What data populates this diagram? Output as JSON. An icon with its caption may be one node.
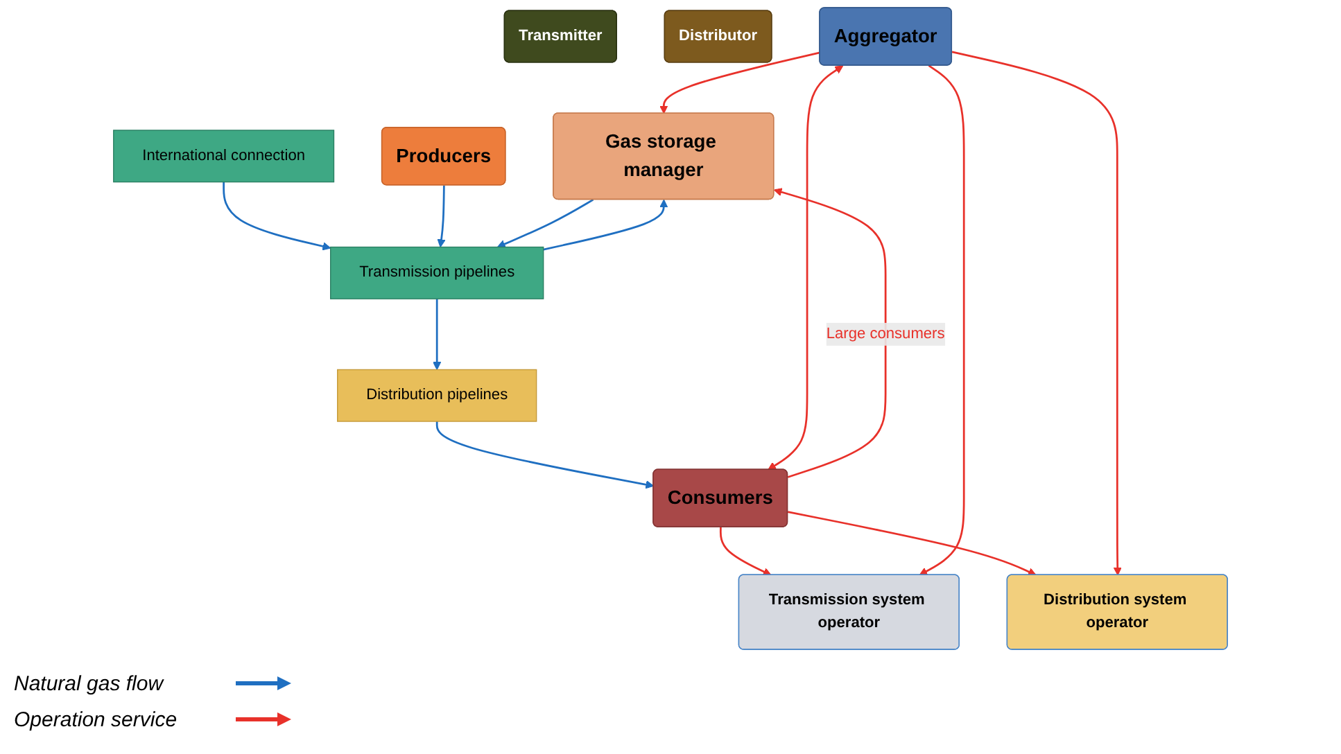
{
  "diagram": {
    "nodes": [
      {
        "text": [
          "Gas storage manager"
        ]
      },
      {
        "text": [
          "International connection"
        ]
      },
      {
        "text": [
          "Producers"
        ]
      },
      {
        "text": [
          "Transmission system operator"
        ]
      },
      {
        "text": [
          "Transmission pipelines"
        ]
      },
      {
        "text": [
          "Transmitter"
        ]
      },
      {
        "text": [
          "Distribution system operator"
        ]
      },
      {
        "text": [
          "Distribution pipelines"
        ]
      },
      {
        "text": [
          "Distributor"
        ]
      },
      {
        "text": [
          "Aggregator"
        ]
      },
      {
        "text": [
          "Consumers"
        ]
      }
    ],
    "edges": [
      {
        "from": 1,
        "to": 4,
        "arrow": "to",
        "color": "#1f6fc1"
      },
      {
        "from": 2,
        "to": 4,
        "arrow": "to",
        "color": "#1f6fc1"
      },
      {
        "from": 0,
        "to": 4,
        "arrow": "to",
        "color": "#1f6fc1"
      },
      {
        "from": 4,
        "to": 0,
        "arrow": "to",
        "color": "#1f6fc1"
      },
      {
        "from": 4,
        "to": 7,
        "arrow": "to",
        "color": "#1f6fc1"
      },
      {
        "from": 7,
        "to": 10,
        "arrow": "to",
        "color": "#1f6fc1"
      },
      {
        "from": 10,
        "to": 0,
        "arrow": "to",
        "label": "Large consumers"
      },
      {
        "from": 10,
        "to": 3,
        "arrow": "to"
      },
      {
        "from": 10,
        "to": 6,
        "arrow": "to"
      },
      {
        "from": 9,
        "to": 0,
        "arrow": "to"
      },
      {
        "from": 9,
        "to": 3,
        "arrow": "to"
      },
      {
        "from": 9,
        "to": 6,
        "arrow": "to"
      },
      {
        "from": 9,
        "to": 10,
        "arrow": "both"
      }
    ],
    "legend": [
      {
        "text": "Natural gas flow"
      },
      {
        "text": "Operation service"
      }
    ]
  }
}
